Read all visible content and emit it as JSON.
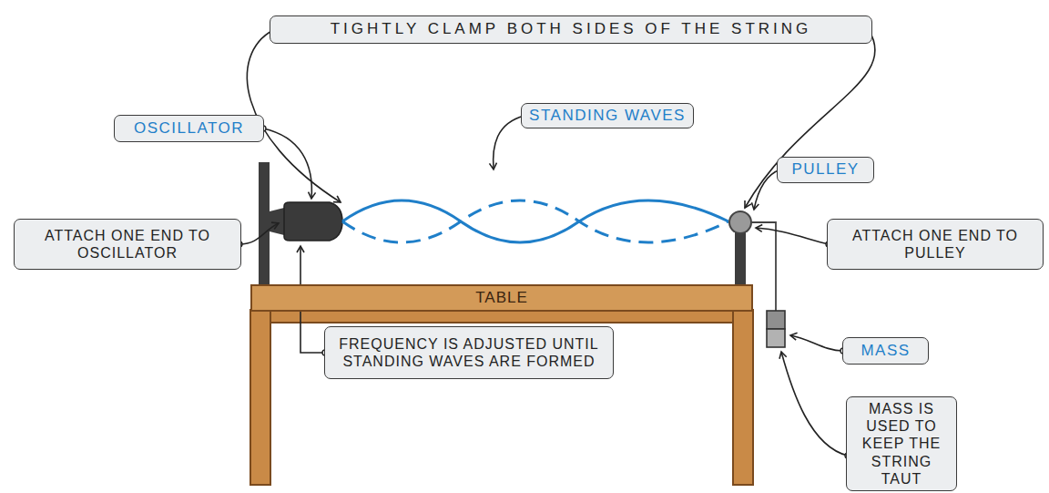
{
  "diagram": {
    "nodes": [
      {
        "text": [
          "TIGHTLY CLAMP BOTH SIDES OF THE STRING"
        ]
      },
      {
        "text": [
          "STANDING WAVES"
        ]
      },
      {
        "text": [
          "OSCILLATOR"
        ]
      },
      {
        "text": [
          "PULLEY"
        ]
      },
      {
        "text": [
          "ATTACH ONE END TO OSCILLATOR"
        ]
      },
      {
        "text": [
          "ATTACH ONE END TO PULLEY"
        ]
      },
      {
        "text": [
          "TABLE"
        ]
      },
      {
        "text": [
          "FREQUENCY IS ADJUSTED UNTIL STANDING WAVES ARE FORMED"
        ]
      },
      {
        "text": [
          "MASS"
        ]
      },
      {
        "text": [
          "MASS IS USED TO KEEP THE STRING TAUT"
        ]
      }
    ]
  }
}
